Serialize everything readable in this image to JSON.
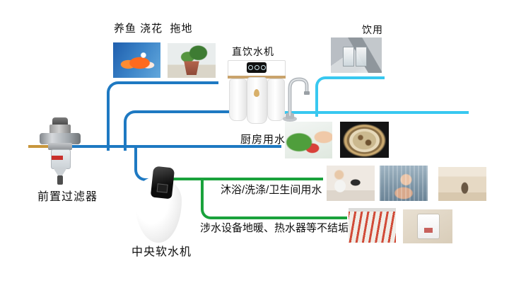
{
  "colors": {
    "pipe_blue": "#1e79c2",
    "pipe_cyan": "#38c8f0",
    "pipe_green": "#1aa23c",
    "pipe_orange": "#c8963c"
  },
  "labels": {
    "fish_uses": "养鱼 浇花  拖地",
    "drinking_machine": "直饮水机",
    "drinking": "饮用",
    "kitchen_water": "厨房用水",
    "prefilter": "前置过滤器",
    "softener": "中央软水机",
    "bath": "沐浴/洗涤/卫生间用水",
    "no_scale": "涉水设备地暖、热水器等不结垢"
  }
}
